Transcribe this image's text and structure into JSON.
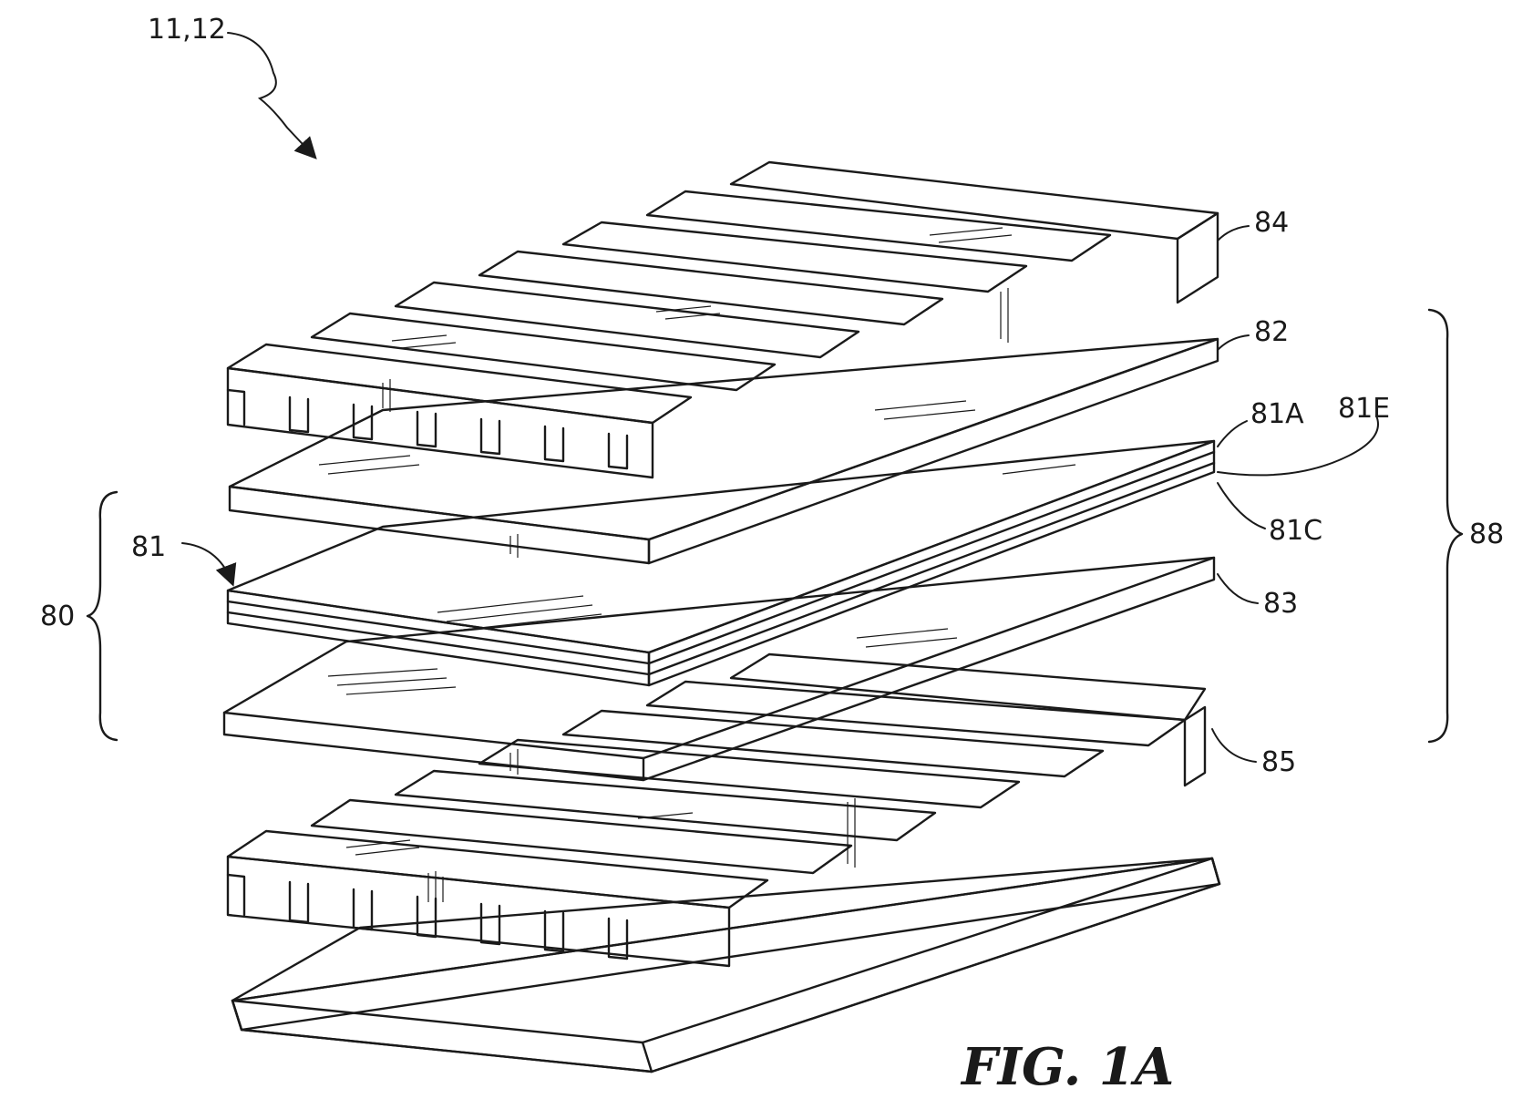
{
  "figure": {
    "caption": "FIG. 1A",
    "labels": {
      "ref_11_12": "11,12",
      "ref_84": "84",
      "ref_82": "82",
      "ref_81A": "81A",
      "ref_81E": "81E",
      "ref_81C": "81C",
      "ref_81": "81",
      "ref_80": "80",
      "ref_83": "83",
      "ref_85": "85",
      "ref_88": "88"
    }
  }
}
